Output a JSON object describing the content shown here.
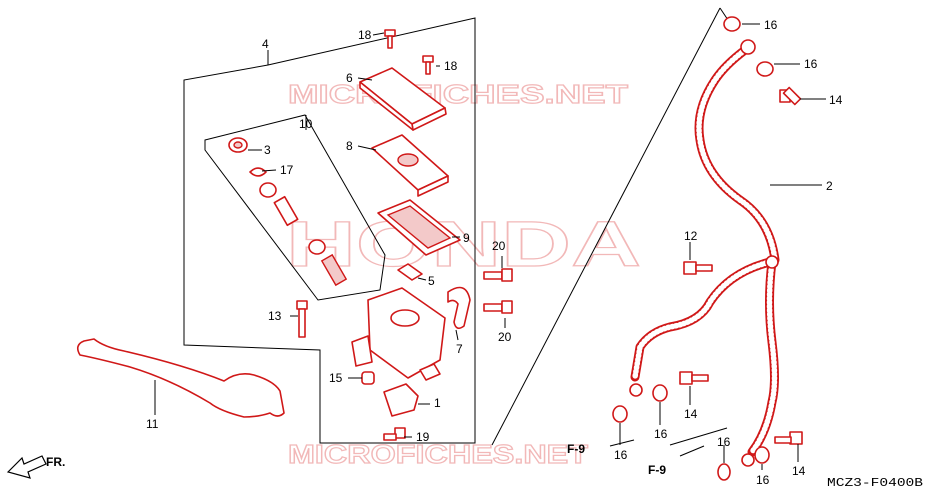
{
  "watermarks": {
    "brand": "HONDA",
    "site": "MICROFICHES.NET"
  },
  "direction_marker": "FR.",
  "diagram_code": "MCZ3-F0400B",
  "references": [
    "F-9",
    "F-9"
  ],
  "callouts": {
    "c1": "1",
    "c2": "2",
    "c3": "3",
    "c4": "4",
    "c5": "5",
    "c6": "6",
    "c7": "7",
    "c8": "8",
    "c9": "9",
    "c10": "10",
    "c11": "11",
    "c12": "12",
    "c13": "13",
    "c14a": "14",
    "c14b": "14",
    "c14c": "14",
    "c15": "15",
    "c16a": "16",
    "c16b": "16",
    "c16c": "16",
    "c16d": "16",
    "c16e": "16",
    "c16f": "16",
    "c17": "17",
    "c18a": "18",
    "c18b": "18",
    "c19": "19",
    "c20a": "20",
    "c20b": "20"
  }
}
